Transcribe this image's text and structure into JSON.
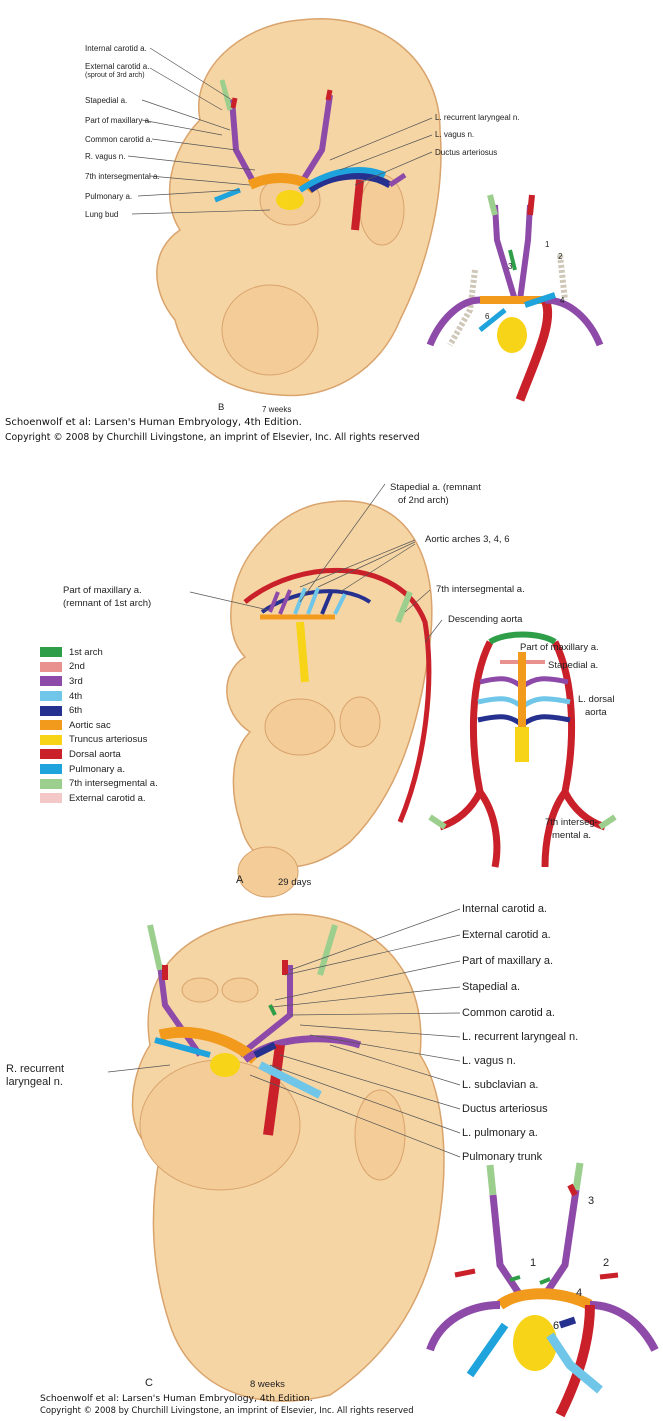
{
  "panel_b": {
    "labels": {
      "internal_carotid": "Internal carotid a.",
      "external_carotid": "External carotid a.",
      "external_carotid_note": "(sprout of 3rd arch)",
      "stapedial": "Stapedial a.",
      "part_maxillary": "Part of maxillary a.",
      "common_carotid": "Common carotid a.",
      "r_vagus": "R. vagus n.",
      "seventh_intersegmental": "7th intersegmental a.",
      "pulmonary": "Pulmonary a.",
      "lung_bud": "Lung bud",
      "l_recurrent": "L. recurrent laryngeal n.",
      "l_vagus": "L. vagus n.",
      "ductus": "Ductus arteriosus"
    },
    "inset_numbers": [
      "1",
      "2",
      "3",
      "4",
      "6"
    ],
    "letter": "B",
    "age": "7 weeks",
    "caption_line1": "Schoenwolf et al: Larsen's Human Embryology, 4th Edition.",
    "caption_line2": "Copyright © 2008 by Churchill Livingstone, an imprint of Elsevier, Inc. All rights reserved"
  },
  "panel_a": {
    "labels": {
      "stapedial_l1": "Stapedial a. (remnant",
      "stapedial_l2": "of 2nd arch)",
      "aortic_arches": "Aortic arches 3, 4, 6",
      "part_maxillary_l1": "Part of maxillary a.",
      "part_maxillary_l2": "(remnant of 1st arch)",
      "seventh_intersegmental": "7th intersegmental a.",
      "descending_aorta": "Descending aorta",
      "inset_part_maxillary": "Part of maxillary a.",
      "inset_stapedial": "Stapedial a.",
      "l_dorsal_l1": "L. dorsal",
      "l_dorsal_l2": "aorta",
      "inset_7th_l1": "7th interseg-",
      "inset_7th_l2": "mental a."
    },
    "legend": [
      {
        "label": "1st arch",
        "color": "#2e9e48"
      },
      {
        "label": "2nd",
        "color": "#e9918f"
      },
      {
        "label": "3rd",
        "color": "#8e4aa8"
      },
      {
        "label": "4th",
        "color": "#6fc6e8"
      },
      {
        "label": "6th",
        "color": "#26308f"
      },
      {
        "label": "Aortic sac",
        "color": "#f29a1c"
      },
      {
        "label": "Truncus arteriosus",
        "color": "#f7d418"
      },
      {
        "label": "Dorsal aorta",
        "color": "#c9202a"
      },
      {
        "label": "Pulmonary a.",
        "color": "#1fa3dc"
      },
      {
        "label": "7th intersegmental a.",
        "color": "#9ccf8e"
      },
      {
        "label": "External carotid a.",
        "color": "#f3c8c6"
      }
    ],
    "letter": "A",
    "age": "29 days"
  },
  "panel_c": {
    "labels": {
      "internal_carotid": "Internal carotid a.",
      "external_carotid": "External carotid a.",
      "part_maxillary": "Part of maxillary a.",
      "stapedial": "Stapedial a.",
      "common_carotid": "Common carotid a.",
      "l_recurrent": "L. recurrent laryngeal n.",
      "l_vagus": "L. vagus n.",
      "l_subclavian": "L. subclavian a.",
      "ductus": "Ductus arteriosus",
      "l_pulmonary": "L. pulmonary a.",
      "pulmonary_trunk": "Pulmonary trunk",
      "r_recurrent_l1": "R. recurrent",
      "r_recurrent_l2": "laryngeal n."
    },
    "inset_numbers": [
      "1",
      "2",
      "3",
      "4",
      "6"
    ],
    "letter": "C",
    "age": "8 weeks",
    "caption_line1": "Schoenwolf et al: Larsen's Human Embryology, 4th Edition.",
    "caption_line2": "Copyright © 2008 by Churchill Livingstone, an imprint of Elsevier, Inc. All rights reserved"
  },
  "colors": {
    "skin": "#f6d5a4",
    "skin_edge": "#d9a36c",
    "first_arch": "#2e9e48",
    "third_arch": "#8e4aa8",
    "fourth_arch": "#6fc6e8",
    "sixth_arch": "#26308f",
    "aortic_sac": "#f29a1c",
    "truncus": "#f7d418",
    "dorsal_aorta": "#c9202a",
    "pulmonary": "#1fa3dc",
    "intersegmental": "#9ccf8e",
    "external_carotid": "#f3c8c6"
  }
}
